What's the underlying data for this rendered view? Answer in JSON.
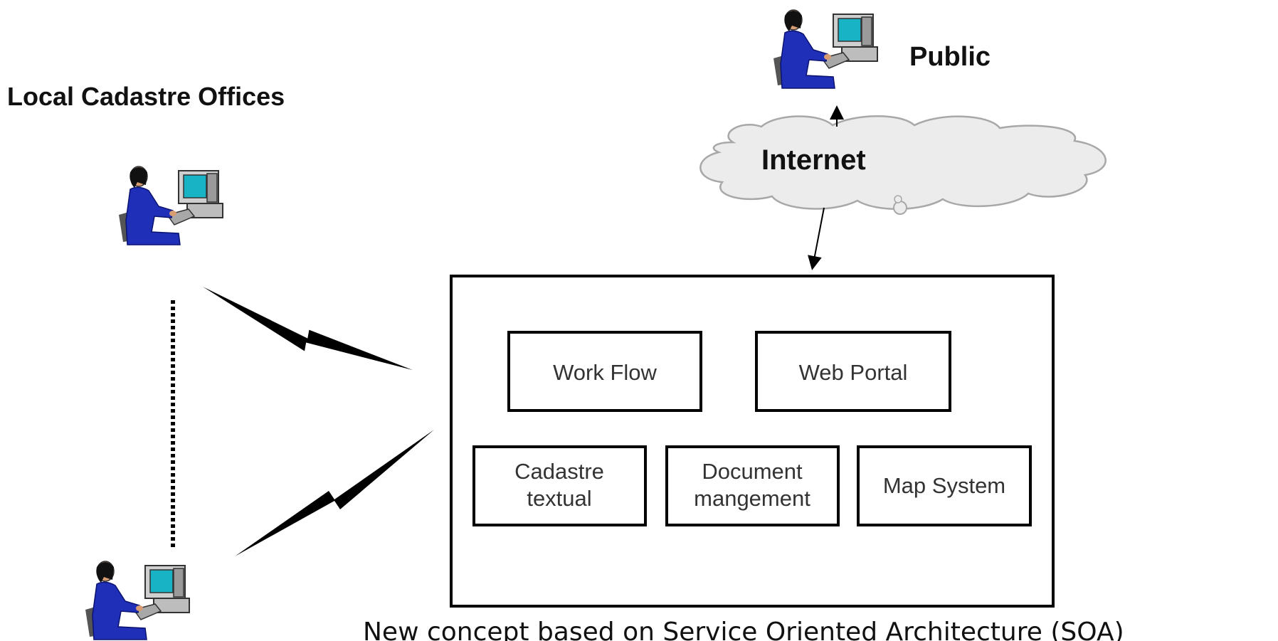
{
  "labels": {
    "local_offices": "Local Cadastre Offices",
    "public": "Public",
    "internet": "Internet",
    "caption": "New concept based on Service Oriented Architecture (SOA)"
  },
  "modules": {
    "work_flow": "Work Flow",
    "web_portal": "Web Portal",
    "cadastre_textual": [
      "Cadastre",
      "textual"
    ],
    "document_management": [
      "Document",
      "mangement"
    ],
    "map_system": "Map System"
  },
  "icons": {
    "user": "user-at-computer-icon",
    "cloud": "cloud-icon",
    "link": "lightning-link-icon"
  },
  "colors": {
    "person": "#1f2fb8",
    "screen": "#19b3c6",
    "computer": "#b9b9b9",
    "cloud_fill": "#ececec",
    "cloud_stroke": "#a8a8a8"
  }
}
